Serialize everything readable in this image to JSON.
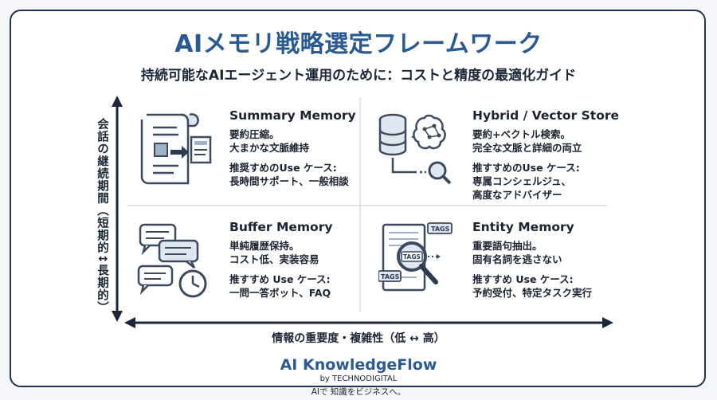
{
  "header": {
    "title": "AIメモリ戦略選定フレームワーク",
    "subtitle": "持続可能なAIエージェント運用のために：コストと精度の最適化ガイド"
  },
  "axes": {
    "y_label": "会話の継続期間（短期的↕長期的）",
    "x_label": "情報の重要度・複雑性（低 ↔ 高）"
  },
  "quadrants": [
    {
      "title": "Summary Memory",
      "lines": [
        "要約圧縮。",
        "大まかな文脈維持"
      ],
      "usecase_lines": [
        "推奨すめのUse ケース:",
        "長時間サポート、一般相談"
      ],
      "icon": "document-summary-icon"
    },
    {
      "title": "Hybrid / Vector Store",
      "lines": [
        "要約+ベクトル検索。",
        "完全な文脈と詳細の両立"
      ],
      "usecase_lines": [
        "推すすめのUse ケース:",
        "専属コンシェルジュ、",
        "高度なアドバイザー"
      ],
      "icon": "database-brain-icon"
    },
    {
      "title": "Buffer Memory",
      "lines": [
        "単純履歴保持。",
        "コスト低、実装容易"
      ],
      "usecase_lines": [
        "推すすめ Use ケース:",
        "一問一答ボット、FAQ"
      ],
      "icon": "chat-clock-icon"
    },
    {
      "title": "Entity Memory",
      "lines": [
        "重要語句抽出。",
        "固有名詞を逃さない"
      ],
      "usecase_lines": [
        "推すすめ Use ケース:",
        "予約受付、特定タスク実行"
      ],
      "icon": "tags-magnifier-icon",
      "tag_label": "TAGS"
    }
  ],
  "footer": {
    "brand": "AI KnowledgeFlow",
    "by": "by TECHNODIGITAL",
    "tagline": "AIで 知識をビジネスへ。"
  },
  "colors": {
    "accent": "#2b5a93",
    "frame": "#23344f",
    "icon_stroke": "#3b4a5e",
    "icon_fill": "#dfe7f1"
  }
}
